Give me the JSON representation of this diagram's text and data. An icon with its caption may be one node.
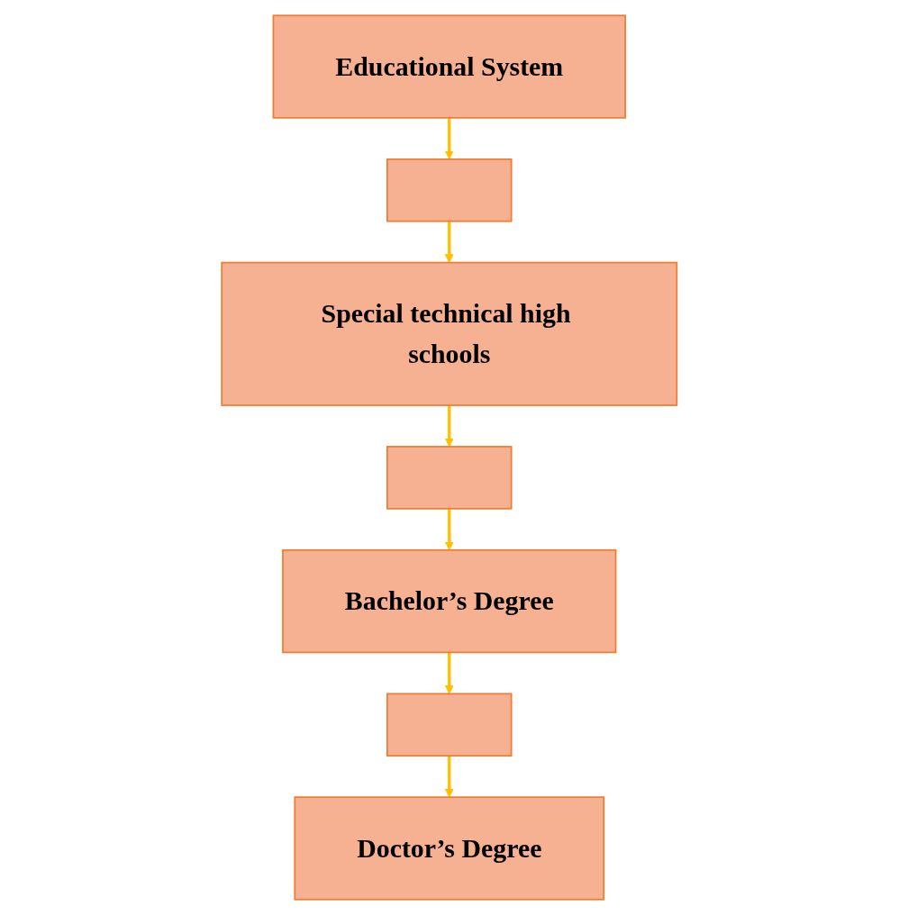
{
  "diagram": {
    "nodes": [
      {
        "text": [
          "Educational System"
        ]
      },
      {
        "text": [],
        "shape": "box"
      },
      {
        "text": [
          "Special technical high schools"
        ]
      },
      {
        "text": [],
        "shape": "box"
      },
      {
        "text": [
          "Bachelor’s Degree"
        ]
      },
      {
        "text": [],
        "shape": "box"
      },
      {
        "text": [
          "Doctor’s Degree"
        ]
      }
    ],
    "edges": [
      {
        "from": 0,
        "to": 1,
        "arrow": "to"
      },
      {
        "from": 1,
        "to": 2,
        "arrow": "to"
      },
      {
        "from": 2,
        "to": 3,
        "arrow": "to"
      },
      {
        "from": 3,
        "to": 4,
        "arrow": "to"
      },
      {
        "from": 4,
        "to": 5,
        "arrow": "to"
      },
      {
        "from": 5,
        "to": 6,
        "arrow": "to"
      }
    ]
  }
}
